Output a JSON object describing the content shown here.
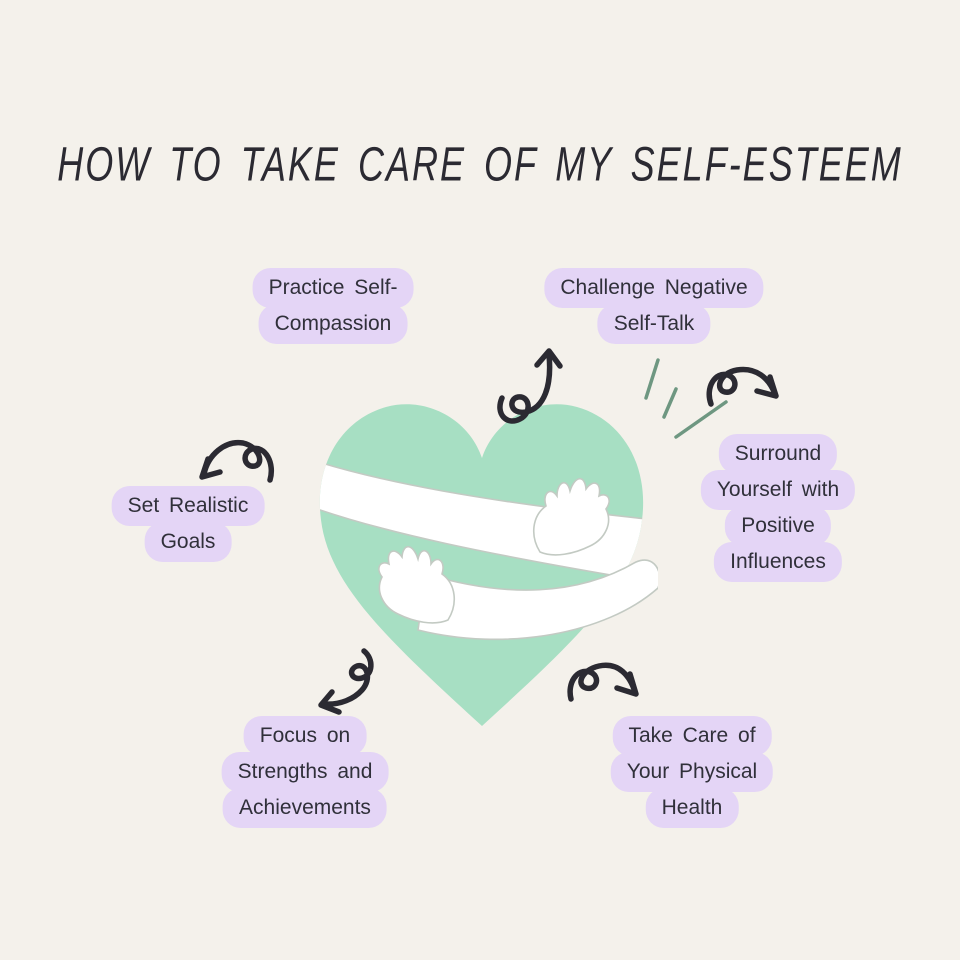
{
  "page": {
    "title": "How to Take Care of My Self-Esteem"
  },
  "tips": [
    {
      "id": "practice-self-compassion",
      "lines": [
        "Practice Self-",
        "Compassion"
      ]
    },
    {
      "id": "challenge-negative-self-talk",
      "lines": [
        "Challenge Negative",
        "Self-Talk"
      ]
    },
    {
      "id": "set-realistic-goals",
      "lines": [
        "Set Realistic",
        "Goals"
      ]
    },
    {
      "id": "surround-positive-influences",
      "lines": [
        "Surround",
        "Yourself with",
        "Positive",
        "Influences"
      ]
    },
    {
      "id": "focus-strengths-achievements",
      "lines": [
        "Focus on",
        "Strengths and",
        "Achievements"
      ]
    },
    {
      "id": "take-care-physical-health",
      "lines": [
        "Take Care of",
        "Your Physical",
        "Health"
      ]
    }
  ],
  "illustration": {
    "description": "mint green heart hugging itself with two white arms",
    "icons": [
      "heart-hug-illustration",
      "doodle-arrow-up-icon",
      "doodle-arrow-top-right-icon",
      "doodle-arrow-left-icon",
      "doodle-arrow-bottom-left-icon",
      "doodle-arrow-bottom-right-icon",
      "sparkle-lines-icon"
    ]
  },
  "colors": {
    "bg": "#f4f1eb",
    "ink": "#2b2a32",
    "lavender": "#e4d5f6",
    "heart-green": "#a7dfc3",
    "arm-white": "#ffffff",
    "outline-gray": "#c3cac3",
    "sparkle-green": "#6e9781"
  }
}
